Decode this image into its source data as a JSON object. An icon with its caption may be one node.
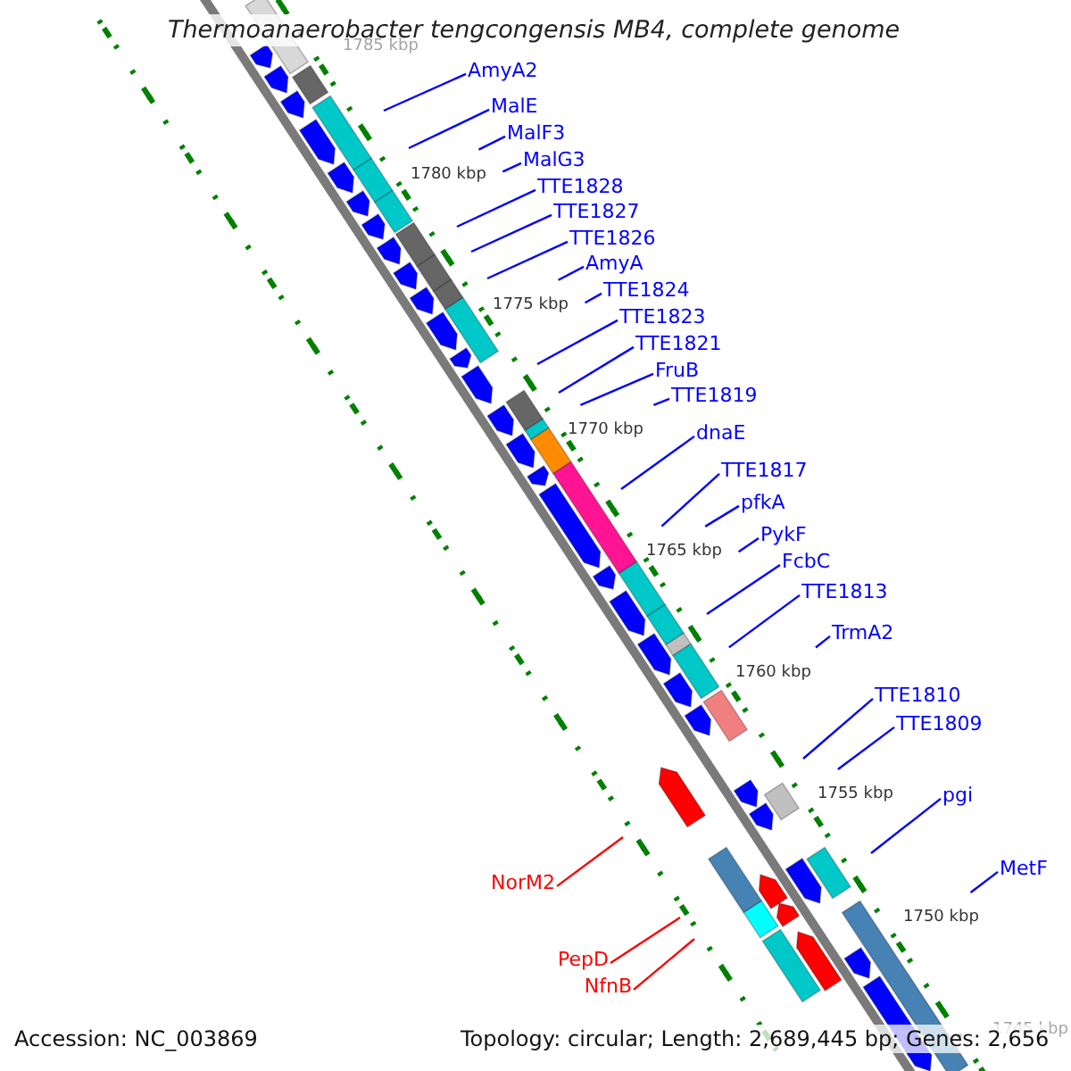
{
  "diagram": {
    "title": "Thermoanaerobacter tengcongensis MB4, complete genome",
    "nodes": [
      {
        "text": [
          "AmyA2"
        ]
      },
      {
        "text": [
          "MalE"
        ]
      },
      {
        "text": [
          "MalF3"
        ]
      },
      {
        "text": [
          "MalG3"
        ]
      },
      {
        "text": [
          "TTE1828"
        ]
      },
      {
        "text": [
          "TTE1827"
        ]
      },
      {
        "text": [
          "TTE1826"
        ]
      },
      {
        "text": [
          "AmyA"
        ]
      },
      {
        "text": [
          "TTE1824"
        ]
      },
      {
        "text": [
          "TTE1823"
        ]
      },
      {
        "text": [
          "TTE1821"
        ]
      },
      {
        "text": [
          "FruB"
        ]
      },
      {
        "text": [
          "TTE1819"
        ]
      },
      {
        "text": [
          "dnaE"
        ]
      },
      {
        "text": [
          "TTE1817"
        ]
      },
      {
        "text": [
          "pfkA"
        ]
      },
      {
        "text": [
          "PykF"
        ]
      },
      {
        "text": [
          "FcbC"
        ]
      },
      {
        "text": [
          "TTE1813"
        ]
      },
      {
        "text": [
          "TrmA2"
        ]
      },
      {
        "text": [
          "TTE1810"
        ]
      },
      {
        "text": [
          "TTE1809"
        ]
      },
      {
        "text": [
          "pgi"
        ]
      },
      {
        "text": [
          "MetF"
        ]
      },
      {
        "text": [
          "NorM2"
        ]
      },
      {
        "text": [
          "PepD"
        ]
      },
      {
        "text": [
          "NfnB"
        ]
      }
    ],
    "edges": [
      {
        "from": 0,
        "to": null,
        "arrow": "none"
      },
      {
        "from": 1,
        "to": null,
        "arrow": "none"
      },
      {
        "from": 2,
        "to": null,
        "arrow": "none"
      },
      {
        "from": 3,
        "to": null,
        "arrow": "none"
      },
      {
        "from": 4,
        "to": null,
        "arrow": "none"
      },
      {
        "from": 5,
        "to": null,
        "arrow": "none"
      },
      {
        "from": 6,
        "to": null,
        "arrow": "none"
      },
      {
        "from": 7,
        "to": null,
        "arrow": "none"
      },
      {
        "from": 8,
        "to": null,
        "arrow": "none"
      },
      {
        "from": 9,
        "to": null,
        "arrow": "none"
      },
      {
        "from": 10,
        "to": null,
        "arrow": "none"
      },
      {
        "from": 11,
        "to": null,
        "arrow": "none"
      },
      {
        "from": 12,
        "to": null,
        "arrow": "none"
      },
      {
        "from": 13,
        "to": null,
        "arrow": "none"
      },
      {
        "from": 14,
        "to": null,
        "arrow": "none"
      },
      {
        "from": 15,
        "to": null,
        "arrow": "none"
      },
      {
        "from": 16,
        "to": null,
        "arrow": "none"
      },
      {
        "from": 17,
        "to": null,
        "arrow": "none"
      },
      {
        "from": 18,
        "to": null,
        "arrow": "none"
      },
      {
        "from": 19,
        "to": null,
        "arrow": "none"
      },
      {
        "from": 20,
        "to": null,
        "arrow": "none"
      },
      {
        "from": 21,
        "to": null,
        "arrow": "none"
      },
      {
        "from": 22,
        "to": null,
        "arrow": "none"
      },
      {
        "from": 23,
        "to": null,
        "arrow": "none"
      },
      {
        "from": 24,
        "to": null,
        "arrow": "none",
        "color": "#ff0000"
      },
      {
        "from": 25,
        "to": null,
        "arrow": "none",
        "color": "#ff0000"
      },
      {
        "from": 26,
        "to": null,
        "arrow": "none",
        "color": "#ff0000"
      }
    ],
    "labels": [
      "1785 kbp",
      "1780 kbp",
      "1775 kbp",
      "1770 kbp",
      "1765 kbp",
      "1760 kbp",
      "1755 kbp",
      "1750 kbp",
      "1745 kbp",
      "Accession: NC_003869",
      "Topology: circular; Length: 2,689,445 bp; Genes: 2,656"
    ]
  }
}
